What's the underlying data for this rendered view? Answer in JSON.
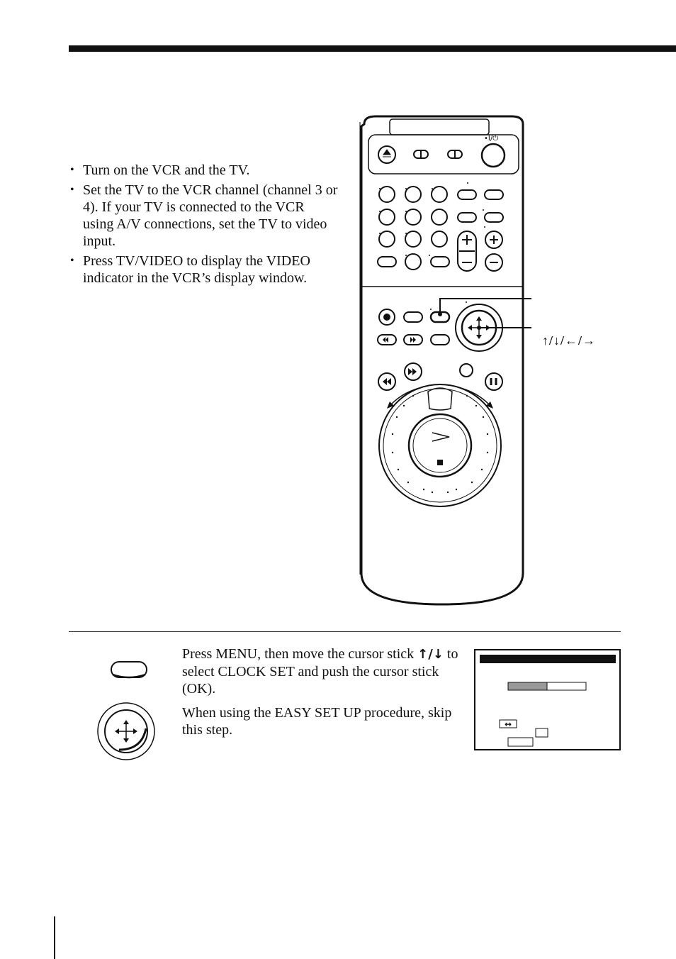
{
  "bullets": [
    "Turn on the VCR and the TV.",
    "Set the TV to the VCR channel (channel 3 or 4).  If your TV is connected to the VCR using A/V connections, set the TV to video input.",
    "Press TV/VIDEO to display the VIDEO indicator in the VCR’s display window."
  ],
  "remote": {
    "power_label": "•I/⏻",
    "callout_label": "↑/↓/←/→"
  },
  "step": {
    "line1_a": "Press MENU, then move the cursor stick",
    "line1_arrows": "↑/↓",
    "line1_b": " to select CLOCK SET and push the cursor stick (OK).",
    "line2": "When using the EASY SET UP procedure, skip this step."
  },
  "icons": {
    "menu_button": "menu-button-icon",
    "cursor_stick": "cursor-stick-icon",
    "osd_arrows": "↔"
  }
}
